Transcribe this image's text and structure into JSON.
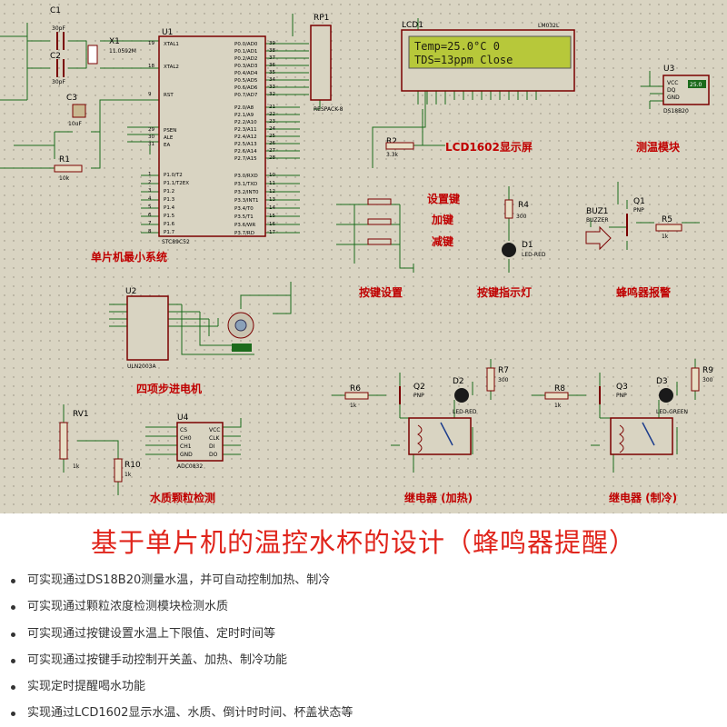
{
  "schematic": {
    "colors": {
      "background": "#d9d4c2",
      "wire": "#1c6b1c",
      "component": "#7a0000",
      "label_red": "#c00000",
      "lcd_screen": "#b7c83a"
    },
    "components": {
      "c1": "C1",
      "c1_val": "30pF",
      "c2": "C2",
      "c2_val": "30pF",
      "x1": "X1",
      "x1_val": "11.0592M",
      "c3": "C3",
      "c3_val": "10uF",
      "r1": "R1",
      "r1_val": "10k",
      "u1": "U1",
      "u1_part": "STC89C52",
      "u1_left_pins": [
        "XTAL1",
        "XTAL2",
        "RST",
        "PSEN",
        "ALE",
        "EA",
        "P1.0/T2",
        "P1.1/T2EX",
        "P1.2",
        "P1.3",
        "P1.4",
        "P1.5",
        "P1.6",
        "P1.7"
      ],
      "u1_left_nums": [
        "19",
        "18",
        "9",
        "29",
        "30",
        "31",
        "1",
        "2",
        "3",
        "4",
        "5",
        "6",
        "7",
        "8"
      ],
      "u1_right_pins": [
        "P0.0/AD0",
        "P0.1/AD1",
        "P0.2/AD2",
        "P0.3/AD3",
        "P0.4/AD4",
        "P0.5/AD5",
        "P0.6/AD6",
        "P0.7/AD7",
        "P2.0/A8",
        "P2.1/A9",
        "P2.2/A10",
        "P2.3/A11",
        "P2.4/A12",
        "P2.5/A13",
        "P2.6/A14",
        "P2.7/A15",
        "P3.0/RXD",
        "P3.1/TXD",
        "P3.2/INT0",
        "P3.3/INT1",
        "P3.4/T0",
        "P3.5/T1",
        "P3.6/WR",
        "P3.7/RD"
      ],
      "u1_right_nums": [
        "39",
        "38",
        "37",
        "36",
        "35",
        "34",
        "33",
        "32",
        "21",
        "22",
        "23",
        "24",
        "25",
        "26",
        "27",
        "28",
        "10",
        "11",
        "12",
        "13",
        "14",
        "15",
        "16",
        "17"
      ],
      "rp1": "RP1",
      "rp1_part": "RESPACK-8",
      "lcd1": "LCD1",
      "lcd1_part": "LM032L",
      "lcd_line1": "Temp=25.0°C 0",
      "lcd_line2": "TDS=13ppm  Close",
      "r2": "R2",
      "r2_val": "3.3k",
      "u3": "U3",
      "u3_part": "DS18B20",
      "u3_pins": [
        "VCC",
        "DQ",
        "GND"
      ],
      "u3_display": "25.0",
      "q1": "Q1",
      "q1_type": "PNP",
      "buz1": "BUZ1",
      "buz1_part": "BUZZER",
      "r5": "R5",
      "r5_val": "1k",
      "r4": "R4",
      "r4_val": "300",
      "d1": "D1",
      "d1_part": "LED-RED",
      "u2": "U2",
      "u2_part": "ULN2003A",
      "rv1": "RV1",
      "rv1_val": "1k",
      "r10": "R10",
      "r10_val": "1k",
      "u4": "U4",
      "u4_part": "ADC0832",
      "u4_left": [
        "CS",
        "CH0",
        "CH1",
        "GND"
      ],
      "u4_right": [
        "VCC",
        "CLK",
        "DI",
        "DO"
      ],
      "r6": "R6",
      "r6_val": "1k",
      "q2": "Q2",
      "q2_type": "PNP",
      "d2": "D2",
      "d2_part": "LED-RED",
      "r7": "R7",
      "r7_val": "300",
      "r8": "R8",
      "r8_val": "1k",
      "q3": "Q3",
      "q3_type": "PNP",
      "d3": "D3",
      "d3_part": "LED-GREEN",
      "r9": "R9",
      "r9_val": "300"
    },
    "section_labels": {
      "mcu": "单片机最小系统",
      "lcd": "LCD1602显示屏",
      "temp": "测温模块",
      "keys": "按键设置",
      "key_led": "按键指示灯",
      "buzzer": "蜂鸣器报警",
      "stepper": "四项步进电机",
      "water": "水质颗粒检测",
      "relay_heat": "继电器 (加热)",
      "relay_cool": "继电器 (制冷)",
      "key_set": "设置键",
      "key_add": "加键",
      "key_sub": "减键"
    }
  },
  "title": "基于单片机的温控水杯的设计（蜂鸣器提醒）",
  "features": [
    "可实现通过DS18B20测量水温，并可自动控制加热、制冷",
    "可实现通过颗粒浓度检测模块检测水质",
    "可实现通过按键设置水温上下限值、定时时间等",
    "可实现通过按键手动控制开关盖、加热、制冷功能",
    "实现定时提醒喝水功能",
    "实现通过LCD1602显示水温、水质、倒计时时间、杯盖状态等"
  ]
}
